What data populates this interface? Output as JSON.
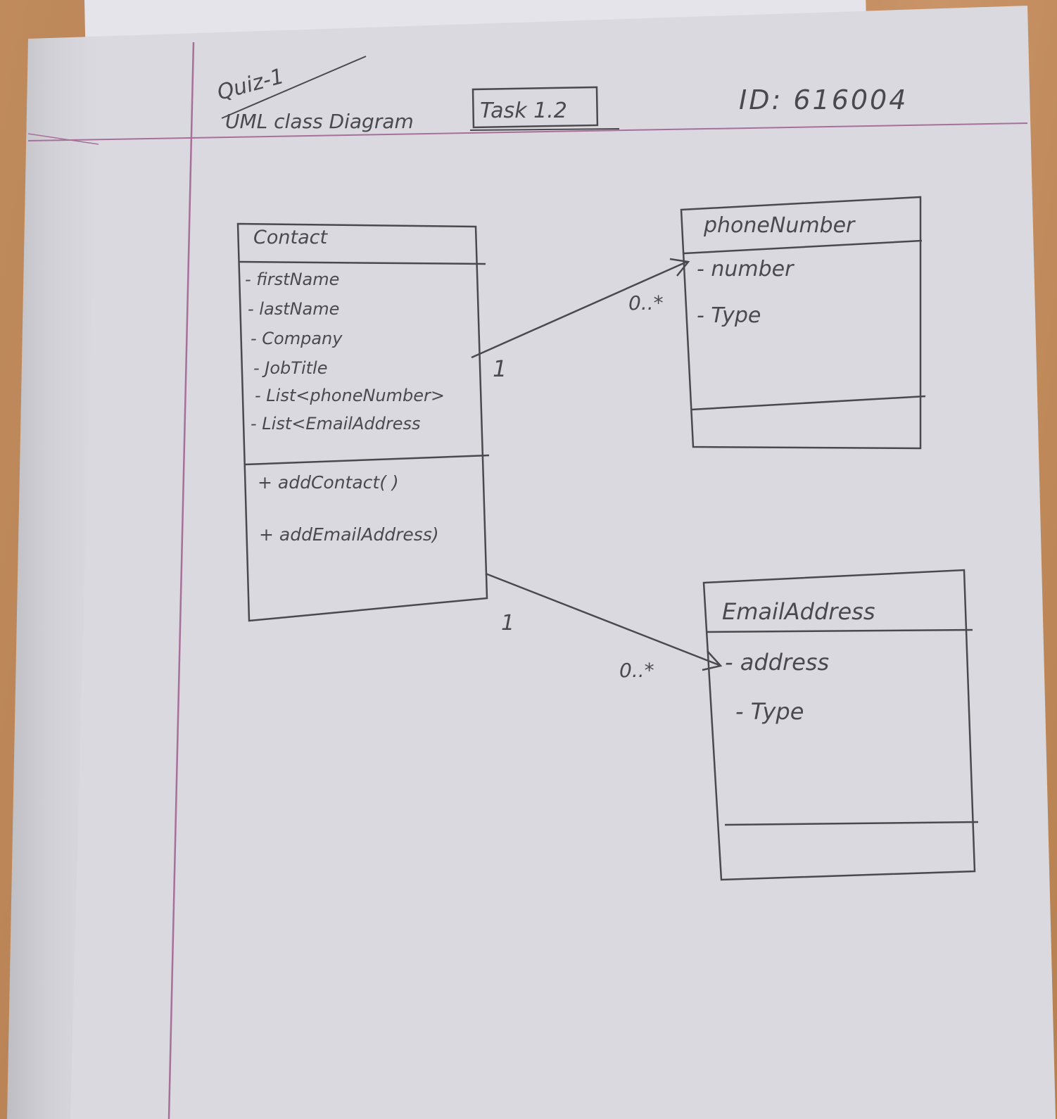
{
  "header": {
    "quiz": "Quiz-1",
    "subtitle": "UML class Diagram",
    "task": "Task 1.2",
    "id_label": "ID: 616004"
  },
  "classes": {
    "contact": {
      "name": "Contact",
      "attributes": [
        "- firstName",
        "- lastName",
        "- Company",
        "- JobTitle",
        "- List<phoneNumber>",
        "- List<EmailAddress"
      ],
      "methods": [
        "+ addContact(  )",
        "+ addEmailAddress)"
      ]
    },
    "phone": {
      "name": "phoneNumber",
      "attributes": [
        "- number",
        "- Type"
      ]
    },
    "email": {
      "name": "EmailAddress",
      "attributes": [
        "- address",
        "- Type"
      ]
    }
  },
  "associations": {
    "contact_phone": {
      "source_mult": "1",
      "target_mult": "0..*"
    },
    "contact_email": {
      "source_mult": "1",
      "target_mult": "0..*"
    }
  },
  "colors": {
    "ink": "#4a4a4e",
    "margin_line": "#a6709a",
    "paper": "#d9d9df"
  }
}
